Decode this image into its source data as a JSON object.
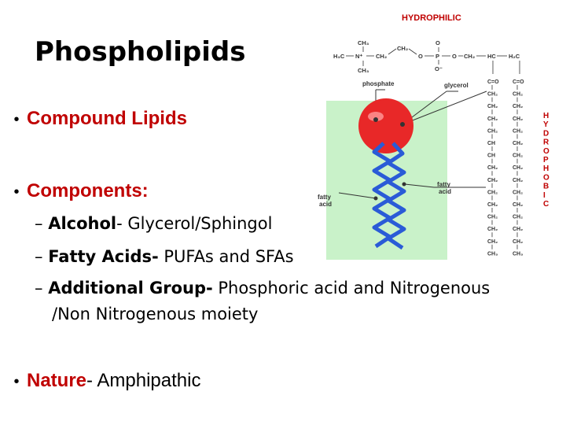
{
  "slide": {
    "title": "Phospholipids",
    "bullets": [
      {
        "highlight": "Compound Lipids",
        "rest": ""
      },
      {
        "highlight": "Components:",
        "rest": ""
      },
      {
        "highlight": "Nature",
        "rest": "- Amphipathic"
      }
    ],
    "sub_items": [
      {
        "dash": "–",
        "bold": "Alcohol",
        "text": "- Glycerol/Sphingol"
      },
      {
        "dash": "–",
        "bold": "Fatty Acids-",
        "text": " PUFAs and SFAs"
      },
      {
        "dash": "–",
        "bold": "Additional Group-",
        "text": " Phosphoric acid and Nitrogenous"
      }
    ],
    "sub_continuation": "/Non Nitrogenous moiety"
  },
  "figure": {
    "hydrophilic": "HYDROPHILIC",
    "hydrophobic_letters": [
      "H",
      "Y",
      "D",
      "R",
      "O",
      "P",
      "H",
      "O",
      "B",
      "I",
      "C"
    ],
    "phosphate": "phosphate",
    "glycerol": "glycerol",
    "fatty_acid_left": [
      "fatty",
      "acid"
    ],
    "fatty_acid_right": [
      "fatty",
      "acid"
    ],
    "head_formula": {
      "ch3_top": "CH₃",
      "h3c": "H₃C",
      "n": "N⁺",
      "ch2a": "CH₂",
      "ch2b": "CH₂",
      "o1": "O",
      "p": "P",
      "o_top": "O",
      "o_bottom": "O⁻",
      "o2": "O",
      "ch2c": "CH₂",
      "hc": "HC",
      "h2c": "H₂C",
      "ch3_bottom": "CH₃"
    },
    "chain_left": [
      "C=O",
      "CH₂",
      "CH₂",
      "CH₂",
      "CH₂",
      "CH",
      "CH",
      "CH₂",
      "CH₂",
      "CH₂",
      "CH₂",
      "CH₂",
      "CH₂",
      "CH₂",
      "CH₃"
    ],
    "chain_right": [
      "C=O",
      "CH₂",
      "CH₂",
      "CH₂",
      "CH₂",
      "CH₂",
      "CH₂",
      "CH₂",
      "CH₂",
      "CH₂",
      "CH₂",
      "CH₂",
      "CH₂",
      "CH₂",
      "CH₃"
    ],
    "colors": {
      "head": "#e82828",
      "tail": "#2a5bd7",
      "panel": "#c9f2c9",
      "title_red": "#c00000"
    }
  }
}
